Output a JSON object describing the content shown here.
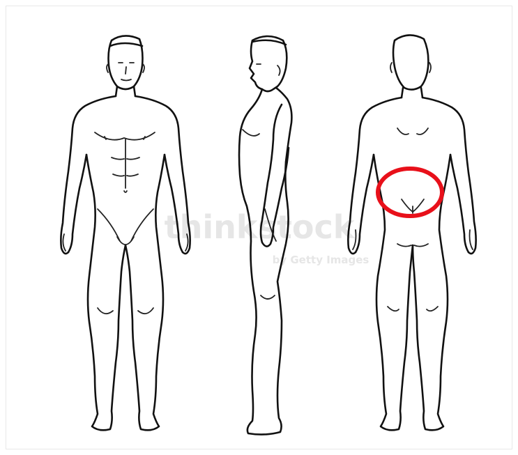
{
  "figure": {
    "views": [
      "front",
      "side",
      "back"
    ],
    "line_color": "#111111",
    "background": "#ffffff",
    "highlight": {
      "shape": "ellipse",
      "color": "#e8101a",
      "location": "lower back / sacral region (back view)"
    },
    "watermark": {
      "text": "thinkstock",
      "subtext": "by Getty Images",
      "color": "#e6e6e6"
    }
  }
}
